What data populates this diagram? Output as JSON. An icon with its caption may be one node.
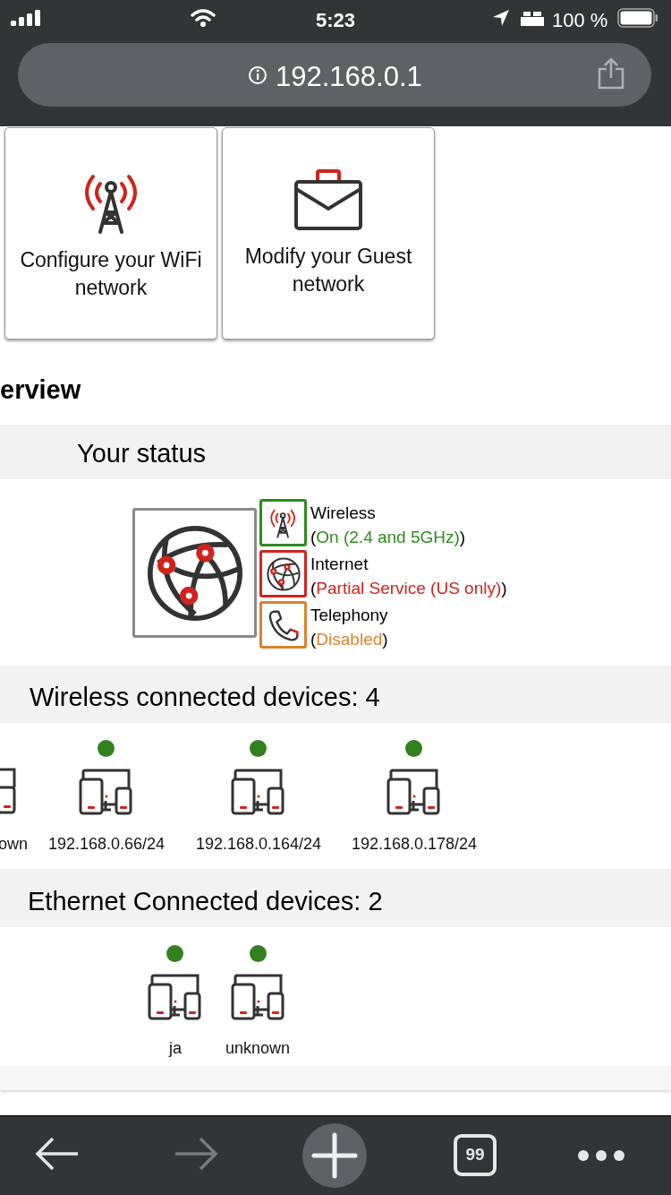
{
  "diagram": {
    "nodes": [
      {
        "text": [
          "Configure your WiFi network"
        ]
      },
      {
        "text": [
          "Modify your Guest network"
        ]
      },
      {
        "text": [],
        "shape": "picture"
      },
      {
        "text": [],
        "shape": "picture",
        "beside": [
          "Wireless",
          "(On (2.4 and 5GHz))"
        ]
      },
      {
        "text": [],
        "shape": "picture",
        "beside": [
          "Internet",
          "(Partial Service (US only))"
        ]
      },
      {
        "text": [],
        "shape": "picture",
        "beside": [
          "Telephony",
          "(Disabled)"
        ]
      },
      {
        "text": [],
        "shape": "bar"
      }
    ],
    "edges": [],
    "labels": [
      "5:23",
      "100 %",
      "192.168.0.1",
      "erview",
      "Your status",
      "Wireless connected devices: 4",
      "own",
      "192.168.0.66/24",
      "192.168.0.164/24",
      "192.168.0.178/24",
      "Ethernet Connected devices: 2",
      "ja",
      "unknown",
      "99"
    ]
  }
}
